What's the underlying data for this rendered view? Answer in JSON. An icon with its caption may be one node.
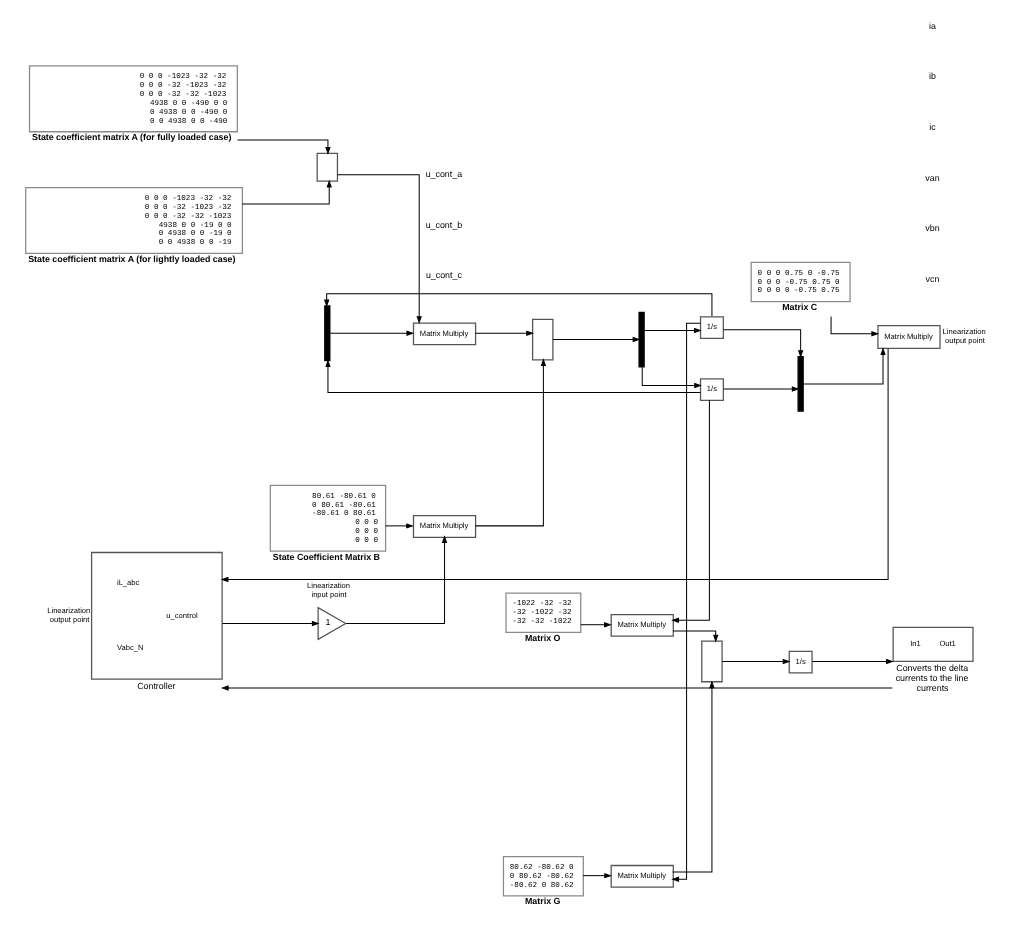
{
  "diagram": {
    "nodes": [
      {
        "text": [
          "0 0 0 -1023 -32 -32",
          "0 0 0 -32 -1023 -32",
          "0 0 0 -32 -32 -1023",
          "4938 0 0 -19 0 0",
          "0 4938 0 0 -19 0",
          "0 0 4938 0 0 -19",
          "State coefficient matrix A (for lightly loaded case)"
        ]
      },
      {
        "text": [
          "80.62 -80.62 0",
          "0 80.62 -80.62",
          "-80.62 0 80.62",
          "Matrix G"
        ]
      },
      {
        "text": [
          "Matrix Multiply"
        ]
      },
      {
        "text": [
          "-1022 -32 -32",
          "-32 -1022 -32",
          "-32 -32 -1022",
          "Matrix O"
        ]
      },
      {
        "text": [
          "Matrix Multiply"
        ]
      },
      {
        "text": [],
        "shape": "box"
      },
      {
        "text": [
          "1/s"
        ]
      },
      {
        "text": [
          "In1",
          "Out1",
          "Converts the delta currents to the line currents"
        ]
      },
      {
        "text": [],
        "shape": "box"
      },
      {
        "text": [
          "0 0 0 -1023 -32 -32",
          "0 0 0 -32 -1023 -32",
          "0 0 0 -32 -32 -1023",
          "4938 0 0 -490 0 0",
          "0 4938 0 0 -490 0",
          "0 0 4938 0 0 -490",
          "State coefficient matrix A (for fully loaded case)"
        ]
      },
      {
        "text": [],
        "shape": "bar"
      },
      {
        "text": [
          "Matrix Multiply"
        ]
      },
      {
        "text": [],
        "shape": "box"
      },
      {
        "text": [],
        "shape": "bar"
      },
      {
        "text": [
          "1/s"
        ]
      },
      {
        "text": [
          "1/s"
        ]
      },
      {
        "text": [],
        "shape": "bar"
      },
      {
        "text": [
          "80.61 -80.61 0",
          "0 80.61 -80.61",
          "-80.61 0 80.61",
          "0 0 0",
          "0 0 0",
          "0 0 0",
          "State Coefficient Matrix B"
        ]
      },
      {
        "text": [
          "Matrix Multiply"
        ]
      },
      {
        "text": [
          "iL_abc",
          "u_control",
          "Vabc_N",
          "Controller"
        ],
        "beside": [
          "Linearization output point"
        ]
      },
      {
        "text": [
          "1"
        ],
        "beside": [
          "Linearization input point"
        ]
      },
      {
        "text": [
          "0 0 0 0.75 0 -0.75",
          "0 0 0 -0.75 0.75 0",
          "0 0 0 0 -0.75 0.75",
          "Matrix C"
        ]
      },
      {
        "text": [
          "Matrix Multiply"
        ],
        "beside": [
          "Linearization output point"
        ]
      }
    ],
    "edges": [
      {
        "from": 0,
        "to": 8,
        "arrow": "to"
      },
      {
        "from": 9,
        "to": 8,
        "arrow": "to"
      },
      {
        "from": 8,
        "to": 11,
        "arrow": "to"
      },
      {
        "from": 10,
        "to": 11,
        "arrow": "to"
      },
      {
        "from": 1,
        "to": 2,
        "arrow": "to"
      },
      {
        "from": 14,
        "to": 2,
        "arrow": "to"
      },
      {
        "from": 3,
        "to": 4,
        "arrow": "to"
      },
      {
        "from": 15,
        "to": 4,
        "arrow": "to"
      },
      {
        "from": 2,
        "to": 5,
        "arrow": "to"
      },
      {
        "from": 4,
        "to": 5,
        "arrow": "to"
      },
      {
        "from": 5,
        "to": 6,
        "arrow": "to"
      },
      {
        "from": 6,
        "to": 7,
        "arrow": "to"
      },
      {
        "from": 7,
        "to": 19,
        "arrow": "to"
      },
      {
        "from": 11,
        "to": 12,
        "arrow": "to"
      },
      {
        "from": 18,
        "to": 12,
        "arrow": "to"
      },
      {
        "from": 12,
        "to": 13,
        "arrow": "to"
      },
      {
        "from": 13,
        "to": 14,
        "arrow": "to"
      },
      {
        "from": 13,
        "to": 15,
        "arrow": "to"
      },
      {
        "from": 14,
        "to": 10,
        "arrow": "to"
      },
      {
        "from": 15,
        "to": 10,
        "arrow": "to"
      },
      {
        "from": 14,
        "to": 16,
        "arrow": "to"
      },
      {
        "from": 15,
        "to": 16,
        "arrow": "to"
      },
      {
        "from": 16,
        "to": 22,
        "arrow": "to"
      },
      {
        "from": 21,
        "to": 22,
        "arrow": "to"
      },
      {
        "from": 17,
        "to": 18,
        "arrow": "to"
      },
      {
        "from": 20,
        "to": 18,
        "arrow": "to"
      },
      {
        "from": 19,
        "to": 20,
        "arrow": "to"
      },
      {
        "from": 22,
        "to": 19,
        "arrow": "to"
      }
    ],
    "labels": [
      "ia",
      "ib",
      "ic",
      "van",
      "vbn",
      "vcn",
      "u_cont_a",
      "u_cont_b",
      "u_cont_c"
    ]
  }
}
